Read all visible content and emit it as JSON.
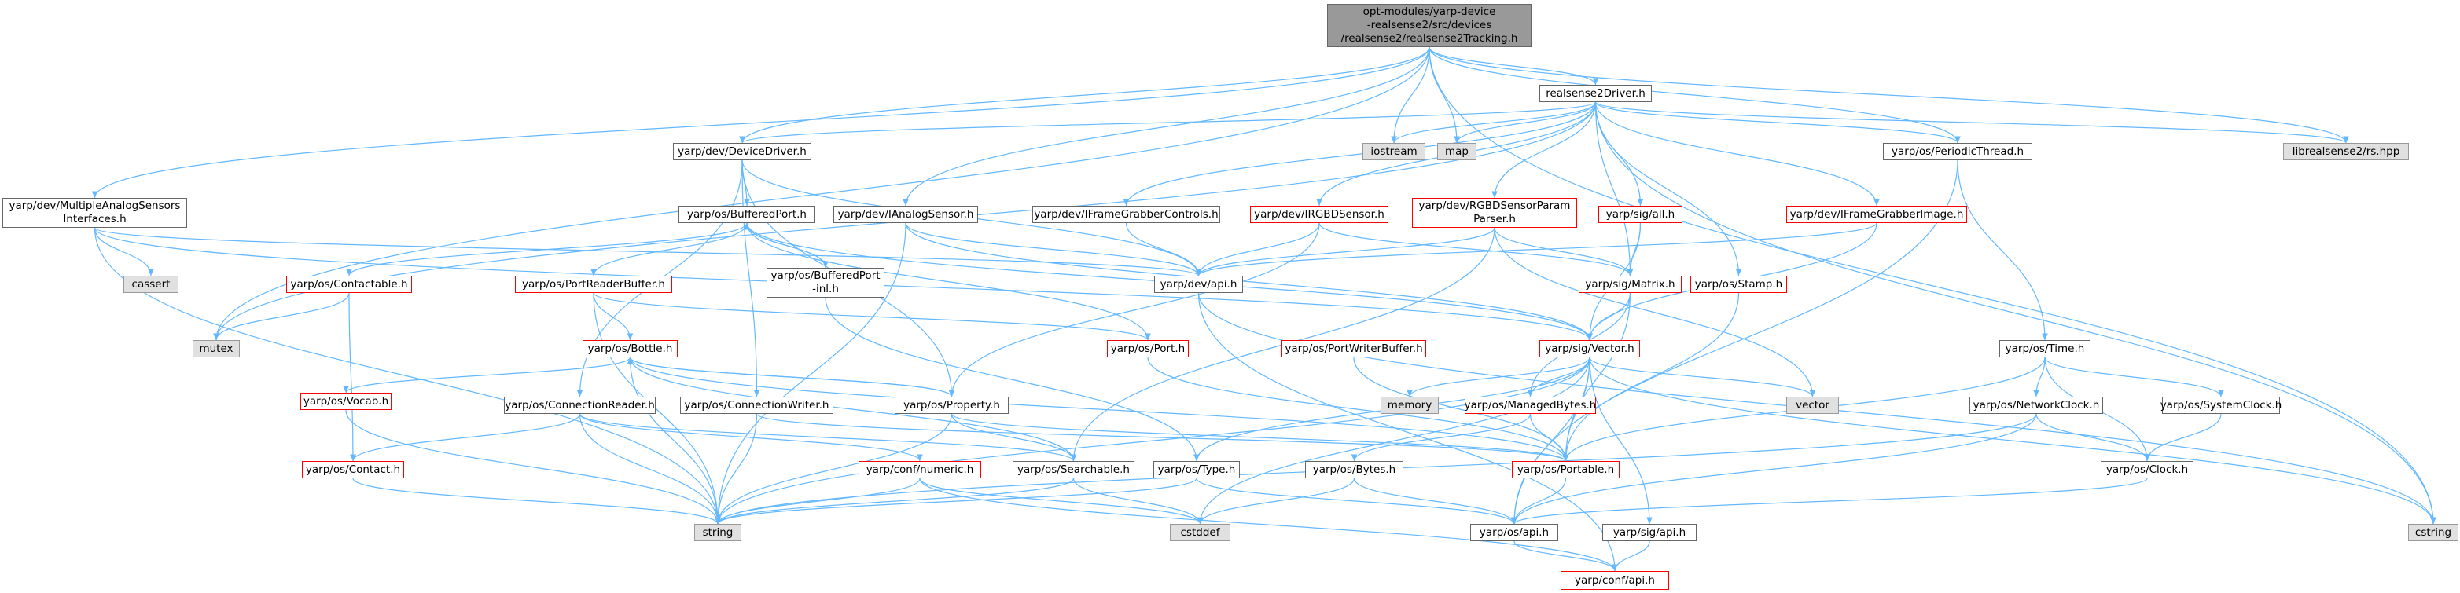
{
  "colors": {
    "edge": "#63b8ff",
    "red_border": "#ff0000",
    "gray_fill": "#e0e0e0",
    "root_fill": "#999999"
  },
  "nodes": [
    {
      "id": "root",
      "lines": [
        "opt-modules/yarp-device",
        "-realsense2/src/devices",
        "/realsense2/realsense2Tracking.h"
      ],
      "kind": "root"
    },
    {
      "id": "driver",
      "lines": [
        "realsense2Driver.h"
      ],
      "kind": "normal"
    },
    {
      "id": "multianalog",
      "lines": [
        "yarp/dev/MultipleAnalogSensors",
        "Interfaces.h"
      ],
      "kind": "normal"
    },
    {
      "id": "devicedriver",
      "lines": [
        "yarp/dev/DeviceDriver.h"
      ],
      "kind": "normal"
    },
    {
      "id": "iostream",
      "lines": [
        "iostream"
      ],
      "kind": "gray"
    },
    {
      "id": "map",
      "lines": [
        "map"
      ],
      "kind": "gray"
    },
    {
      "id": "periodic",
      "lines": [
        "yarp/os/PeriodicThread.h"
      ],
      "kind": "normal"
    },
    {
      "id": "librs",
      "lines": [
        "librealsense2/rs.hpp"
      ],
      "kind": "gray"
    },
    {
      "id": "ianalog",
      "lines": [
        "yarp/dev/IAnalogSensor.h"
      ],
      "kind": "normal"
    },
    {
      "id": "iframectrl",
      "lines": [
        "yarp/dev/IFrameGrabberControls.h"
      ],
      "kind": "normal"
    },
    {
      "id": "irgbd",
      "lines": [
        "yarp/dev/IRGBDSensor.h"
      ],
      "kind": "red"
    },
    {
      "id": "rgbdparam",
      "lines": [
        "yarp/dev/RGBDSensorParam",
        "Parser.h"
      ],
      "kind": "red"
    },
    {
      "id": "sigall",
      "lines": [
        "yarp/sig/all.h"
      ],
      "kind": "red"
    },
    {
      "id": "iframeimg",
      "lines": [
        "yarp/dev/IFrameGrabberImage.h"
      ],
      "kind": "red"
    },
    {
      "id": "bufport",
      "lines": [
        "yarp/os/BufferedPort.h"
      ],
      "kind": "normal"
    },
    {
      "id": "cassert",
      "lines": [
        "cassert"
      ],
      "kind": "gray"
    },
    {
      "id": "contactable",
      "lines": [
        "yarp/os/Contactable.h"
      ],
      "kind": "red"
    },
    {
      "id": "portreaderbuf",
      "lines": [
        "yarp/os/PortReaderBuffer.h"
      ],
      "kind": "red"
    },
    {
      "id": "bufportinl",
      "lines": [
        "yarp/os/BufferedPort",
        "-inl.h"
      ],
      "kind": "normal"
    },
    {
      "id": "devapi",
      "lines": [
        "yarp/dev/api.h"
      ],
      "kind": "normal"
    },
    {
      "id": "matrix",
      "lines": [
        "yarp/sig/Matrix.h"
      ],
      "kind": "red"
    },
    {
      "id": "stamp",
      "lines": [
        "yarp/os/Stamp.h"
      ],
      "kind": "red"
    },
    {
      "id": "ostime",
      "lines": [
        "yarp/os/Time.h"
      ],
      "kind": "normal"
    },
    {
      "id": "mutex",
      "lines": [
        "mutex"
      ],
      "kind": "gray"
    },
    {
      "id": "bottle",
      "lines": [
        "yarp/os/Bottle.h"
      ],
      "kind": "red"
    },
    {
      "id": "port",
      "lines": [
        "yarp/os/Port.h"
      ],
      "kind": "red"
    },
    {
      "id": "portwriterbuf",
      "lines": [
        "yarp/os/PortWriterBuffer.h"
      ],
      "kind": "red"
    },
    {
      "id": "vector",
      "lines": [
        "yarp/sig/Vector.h"
      ],
      "kind": "red"
    },
    {
      "id": "vocab",
      "lines": [
        "yarp/os/Vocab.h"
      ],
      "kind": "red"
    },
    {
      "id": "connreader",
      "lines": [
        "yarp/os/ConnectionReader.h"
      ],
      "kind": "normal"
    },
    {
      "id": "connwriter",
      "lines": [
        "yarp/os/ConnectionWriter.h"
      ],
      "kind": "normal"
    },
    {
      "id": "property",
      "lines": [
        "yarp/os/Property.h"
      ],
      "kind": "normal"
    },
    {
      "id": "memory",
      "lines": [
        "memory"
      ],
      "kind": "gray"
    },
    {
      "id": "managedbytes",
      "lines": [
        "yarp/os/ManagedBytes.h"
      ],
      "kind": "red"
    },
    {
      "id": "stdvector",
      "lines": [
        "vector"
      ],
      "kind": "gray"
    },
    {
      "id": "netclock",
      "lines": [
        "yarp/os/NetworkClock.h"
      ],
      "kind": "normal"
    },
    {
      "id": "sysclock",
      "lines": [
        "yarp/os/SystemClock.h"
      ],
      "kind": "normal"
    },
    {
      "id": "contact",
      "lines": [
        "yarp/os/Contact.h"
      ],
      "kind": "red"
    },
    {
      "id": "confnumeric",
      "lines": [
        "yarp/conf/numeric.h"
      ],
      "kind": "red"
    },
    {
      "id": "searchable",
      "lines": [
        "yarp/os/Searchable.h"
      ],
      "kind": "normal"
    },
    {
      "id": "ostype",
      "lines": [
        "yarp/os/Type.h"
      ],
      "kind": "normal"
    },
    {
      "id": "bytes",
      "lines": [
        "yarp/os/Bytes.h"
      ],
      "kind": "normal"
    },
    {
      "id": "portable",
      "lines": [
        "yarp/os/Portable.h"
      ],
      "kind": "red"
    },
    {
      "id": "clock",
      "lines": [
        "yarp/os/Clock.h"
      ],
      "kind": "normal"
    },
    {
      "id": "string",
      "lines": [
        "string"
      ],
      "kind": "gray"
    },
    {
      "id": "cstddef",
      "lines": [
        "cstddef"
      ],
      "kind": "gray"
    },
    {
      "id": "osapi",
      "lines": [
        "yarp/os/api.h"
      ],
      "kind": "normal"
    },
    {
      "id": "sigapi",
      "lines": [
        "yarp/sig/api.h"
      ],
      "kind": "normal"
    },
    {
      "id": "cstring",
      "lines": [
        "cstring"
      ],
      "kind": "gray"
    },
    {
      "id": "confapi",
      "lines": [
        "yarp/conf/api.h"
      ],
      "kind": "red"
    }
  ],
  "edges": [
    [
      "root",
      "driver"
    ],
    [
      "root",
      "multianalog"
    ],
    [
      "root",
      "devicedriver"
    ],
    [
      "root",
      "iostream"
    ],
    [
      "root",
      "map"
    ],
    [
      "root",
      "periodic"
    ],
    [
      "root",
      "librs"
    ],
    [
      "root",
      "ianalog"
    ],
    [
      "root",
      "mutex"
    ],
    [
      "root",
      "cstring"
    ],
    [
      "driver",
      "devicedriver"
    ],
    [
      "driver",
      "iostream"
    ],
    [
      "driver",
      "map"
    ],
    [
      "driver",
      "periodic"
    ],
    [
      "driver",
      "librs"
    ],
    [
      "driver",
      "iframectrl"
    ],
    [
      "driver",
      "irgbd"
    ],
    [
      "driver",
      "rgbdparam"
    ],
    [
      "driver",
      "sigall"
    ],
    [
      "driver",
      "iframeimg"
    ],
    [
      "driver",
      "matrix"
    ],
    [
      "driver",
      "stamp"
    ],
    [
      "driver",
      "mutex"
    ],
    [
      "driver",
      "cstring"
    ],
    [
      "multianalog",
      "cassert"
    ],
    [
      "multianalog",
      "devapi"
    ],
    [
      "multianalog",
      "vector"
    ],
    [
      "multianalog",
      "string"
    ],
    [
      "devicedriver",
      "bufport"
    ],
    [
      "devicedriver",
      "devapi"
    ],
    [
      "devicedriver",
      "property"
    ],
    [
      "devicedriver",
      "connreader"
    ],
    [
      "devicedriver",
      "connwriter"
    ],
    [
      "ianalog",
      "devapi"
    ],
    [
      "ianalog",
      "vector"
    ],
    [
      "ianalog",
      "string"
    ],
    [
      "iframectrl",
      "devapi"
    ],
    [
      "irgbd",
      "devapi"
    ],
    [
      "irgbd",
      "matrix"
    ],
    [
      "irgbd",
      "property"
    ],
    [
      "rgbdparam",
      "devapi"
    ],
    [
      "rgbdparam",
      "matrix"
    ],
    [
      "rgbdparam",
      "searchable"
    ],
    [
      "rgbdparam",
      "stdvector"
    ],
    [
      "sigall",
      "matrix"
    ],
    [
      "sigall",
      "vector"
    ],
    [
      "iframeimg",
      "devapi"
    ],
    [
      "iframeimg",
      "vector"
    ],
    [
      "bufport",
      "contactable"
    ],
    [
      "bufport",
      "portreaderbuf"
    ],
    [
      "bufport",
      "bufportinl"
    ],
    [
      "bufport",
      "port"
    ],
    [
      "bufport",
      "vector"
    ],
    [
      "bufportinl",
      "bufport"
    ],
    [
      "bufportinl",
      "ostype"
    ],
    [
      "contactable",
      "mutex"
    ],
    [
      "contactable",
      "contact"
    ],
    [
      "portreaderbuf",
      "bottle"
    ],
    [
      "portreaderbuf",
      "port"
    ],
    [
      "portreaderbuf",
      "string"
    ],
    [
      "devapi",
      "cstring"
    ],
    [
      "devapi",
      "confapi"
    ],
    [
      "matrix",
      "vector"
    ],
    [
      "matrix",
      "managedbytes"
    ],
    [
      "matrix",
      "portable"
    ],
    [
      "stamp",
      "portable"
    ],
    [
      "periodic",
      "ostime"
    ],
    [
      "periodic",
      "osapi"
    ],
    [
      "ostime",
      "netclock"
    ],
    [
      "ostime",
      "sysclock"
    ],
    [
      "ostime",
      "clock"
    ],
    [
      "ostime",
      "portable"
    ],
    [
      "bottle",
      "vocab"
    ],
    [
      "bottle",
      "property"
    ],
    [
      "bottle",
      "searchable"
    ],
    [
      "bottle",
      "portable"
    ],
    [
      "bottle",
      "string"
    ],
    [
      "port",
      "portable"
    ],
    [
      "portwriterbuf",
      "portable"
    ],
    [
      "vector",
      "memory"
    ],
    [
      "vector",
      "managedbytes"
    ],
    [
      "vector",
      "stdvector"
    ],
    [
      "vector",
      "portable"
    ],
    [
      "vector",
      "ostype"
    ],
    [
      "vector",
      "sigapi"
    ],
    [
      "vector",
      "string"
    ],
    [
      "vector",
      "cstring"
    ],
    [
      "vector",
      "cstddef"
    ],
    [
      "vector",
      "osapi"
    ],
    [
      "vocab",
      "string"
    ],
    [
      "connreader",
      "contact"
    ],
    [
      "connreader",
      "searchable"
    ],
    [
      "connreader",
      "confnumeric"
    ],
    [
      "connreader",
      "string"
    ],
    [
      "connwriter",
      "portable"
    ],
    [
      "connwriter",
      "string"
    ],
    [
      "property",
      "bottle"
    ],
    [
      "property",
      "searchable"
    ],
    [
      "property",
      "portable"
    ],
    [
      "property",
      "string"
    ],
    [
      "managedbytes",
      "portable"
    ],
    [
      "managedbytes",
      "bytes"
    ],
    [
      "netclock",
      "clock"
    ],
    [
      "netclock",
      "osapi"
    ],
    [
      "netclock",
      "string"
    ],
    [
      "sysclock",
      "clock"
    ],
    [
      "contact",
      "string"
    ],
    [
      "confnumeric",
      "confapi"
    ],
    [
      "confnumeric",
      "cstddef"
    ],
    [
      "confnumeric",
      "string"
    ],
    [
      "searchable",
      "string"
    ],
    [
      "searchable",
      "cstddef"
    ],
    [
      "ostype",
      "string"
    ],
    [
      "ostype",
      "osapi"
    ],
    [
      "bytes",
      "osapi"
    ],
    [
      "bytes",
      "cstddef"
    ],
    [
      "portable",
      "osapi"
    ],
    [
      "clock",
      "osapi"
    ],
    [
      "osapi",
      "confapi"
    ],
    [
      "sigapi",
      "confapi"
    ]
  ]
}
